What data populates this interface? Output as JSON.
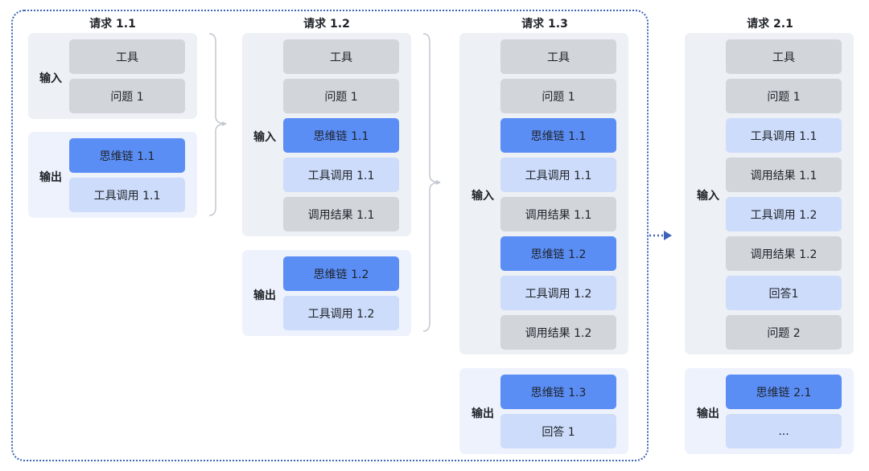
{
  "requests": [
    {
      "title": "请求 1.1",
      "input": {
        "label": "输入",
        "items": [
          {
            "text": "工具",
            "style": "gray"
          },
          {
            "text": "问题 1",
            "style": "gray"
          }
        ]
      },
      "output": {
        "label": "输出",
        "items": [
          {
            "text": "思维链 1.1",
            "style": "blue"
          },
          {
            "text": "工具调用 1.1",
            "style": "light"
          }
        ]
      }
    },
    {
      "title": "请求 1.2",
      "input": {
        "label": "输入",
        "items": [
          {
            "text": "工具",
            "style": "gray"
          },
          {
            "text": "问题 1",
            "style": "gray"
          },
          {
            "text": "思维链 1.1",
            "style": "blue"
          },
          {
            "text": "工具调用 1.1",
            "style": "light"
          },
          {
            "text": "调用结果 1.1",
            "style": "gray"
          }
        ]
      },
      "output": {
        "label": "输出",
        "items": [
          {
            "text": "思维链 1.2",
            "style": "blue"
          },
          {
            "text": "工具调用 1.2",
            "style": "light"
          }
        ]
      }
    },
    {
      "title": "请求 1.3",
      "input": {
        "label": "输入",
        "items": [
          {
            "text": "工具",
            "style": "gray"
          },
          {
            "text": "问题 1",
            "style": "gray"
          },
          {
            "text": "思维链 1.1",
            "style": "blue"
          },
          {
            "text": "工具调用 1.1",
            "style": "light"
          },
          {
            "text": "调用结果 1.1",
            "style": "gray"
          },
          {
            "text": "思维链 1.2",
            "style": "blue"
          },
          {
            "text": "工具调用 1.2",
            "style": "light"
          },
          {
            "text": "调用结果 1.2",
            "style": "gray"
          }
        ]
      },
      "output": {
        "label": "输出",
        "items": [
          {
            "text": "思维链 1.3",
            "style": "blue"
          },
          {
            "text": "回答 1",
            "style": "light"
          }
        ]
      }
    },
    {
      "title": "请求 2.1",
      "input": {
        "label": "输入",
        "items": [
          {
            "text": "工具",
            "style": "gray"
          },
          {
            "text": "问题 1",
            "style": "gray"
          },
          {
            "text": "工具调用 1.1",
            "style": "light"
          },
          {
            "text": "调用结果 1.1",
            "style": "gray"
          },
          {
            "text": "工具调用 1.2",
            "style": "light"
          },
          {
            "text": "调用结果 1.2",
            "style": "gray"
          },
          {
            "text": "回答1",
            "style": "light"
          },
          {
            "text": "问题 2",
            "style": "gray"
          }
        ]
      },
      "output": {
        "label": "输出",
        "items": [
          {
            "text": "思维链 2.1",
            "style": "blue"
          },
          {
            "text": "...",
            "style": "light"
          }
        ]
      }
    }
  ],
  "colors": {
    "gray_box": "#d2d5da",
    "blue_box": "#5b8ef5",
    "light_box": "#cddcfa",
    "input_panel": "#edf0f5",
    "output_panel": "#eef2fc",
    "frame": "#3b63b8"
  }
}
